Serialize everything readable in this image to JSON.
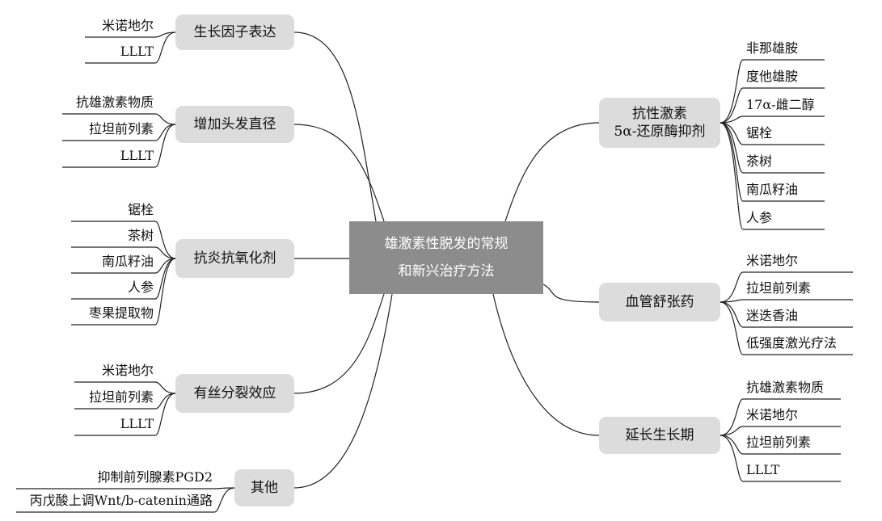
{
  "center": {
    "line1": "雄激素性脱发的常规",
    "line2": "和新兴治疗方法"
  },
  "branches": [
    {
      "id": "growth",
      "label": "生长因子表达",
      "leaves": [
        "米诺地尔",
        "LLLT"
      ]
    },
    {
      "id": "diameter",
      "label": "增加头发直径",
      "leaves": [
        "抗雄激素物质",
        "拉坦前列素",
        "LLLT"
      ]
    },
    {
      "id": "antiinflam",
      "label": "抗炎抗氧化剂",
      "leaves": [
        "锯栓",
        "茶树",
        "南瓜籽油",
        "人参",
        "枣果提取物"
      ]
    },
    {
      "id": "mitogenic",
      "label": "有丝分裂效应",
      "leaves": [
        "米诺地尔",
        "拉坦前列素",
        "LLLT"
      ]
    },
    {
      "id": "other",
      "label": "其他",
      "leaves": [
        "抑制前列腺素PGD2",
        "丙戊酸上调Wnt/b-catenin通路"
      ]
    },
    {
      "id": "antiandrogen",
      "label": "抗性激素",
      "label2": "5α-还原酶抑剂",
      "leaves": [
        "非那雄胺",
        "度他雄胺",
        "17α-雌二醇",
        "锯栓",
        "茶树",
        "南瓜籽油",
        "人参"
      ]
    },
    {
      "id": "vasodilator",
      "label": "血管舒张药",
      "leaves": [
        "米诺地尔",
        "拉坦前列素",
        "迷迭香油",
        "低强度激光疗法"
      ]
    },
    {
      "id": "anagen",
      "label": "延长生长期",
      "leaves": [
        "抗雄激素物质",
        "米诺地尔",
        "拉坦前列素",
        "LLLT"
      ]
    }
  ]
}
